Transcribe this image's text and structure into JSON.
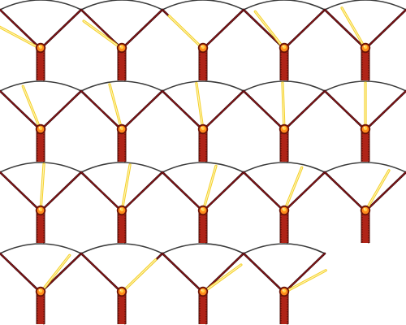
{
  "sprite_sheet": {
    "columns": 5,
    "frame_count": 19,
    "colors": {
      "background": "#ffffff",
      "fan_outline": "#3a3a3a",
      "fan_edge_red": "#8f1414",
      "fan_edge_dark": "#3b0d12",
      "beam_outer": "#f4cf2a",
      "beam_inner": "#fff6b4",
      "tower": "#b02418",
      "tower_stripe": "#741208",
      "tower_dark": "#4a0c08",
      "hub_outer": "#6b1206",
      "hub_glow": "#ff8a1c",
      "hub_core": "#ffd24a"
    },
    "frames": [
      {
        "beam_angle_deg": -62
      },
      {
        "beam_angle_deg": -54
      },
      {
        "beam_angle_deg": -46
      },
      {
        "beam_angle_deg": -38
      },
      {
        "beam_angle_deg": -30
      },
      {
        "beam_angle_deg": -22
      },
      {
        "beam_angle_deg": -15
      },
      {
        "beam_angle_deg": -8
      },
      {
        "beam_angle_deg": -2
      },
      {
        "beam_angle_deg": 0
      },
      {
        "beam_angle_deg": 4
      },
      {
        "beam_angle_deg": 10
      },
      {
        "beam_angle_deg": 16
      },
      {
        "beam_angle_deg": 22
      },
      {
        "beam_angle_deg": 30
      },
      {
        "beam_angle_deg": 38
      },
      {
        "beam_angle_deg": 46
      },
      {
        "beam_angle_deg": 54
      },
      {
        "beam_angle_deg": 62
      }
    ]
  }
}
